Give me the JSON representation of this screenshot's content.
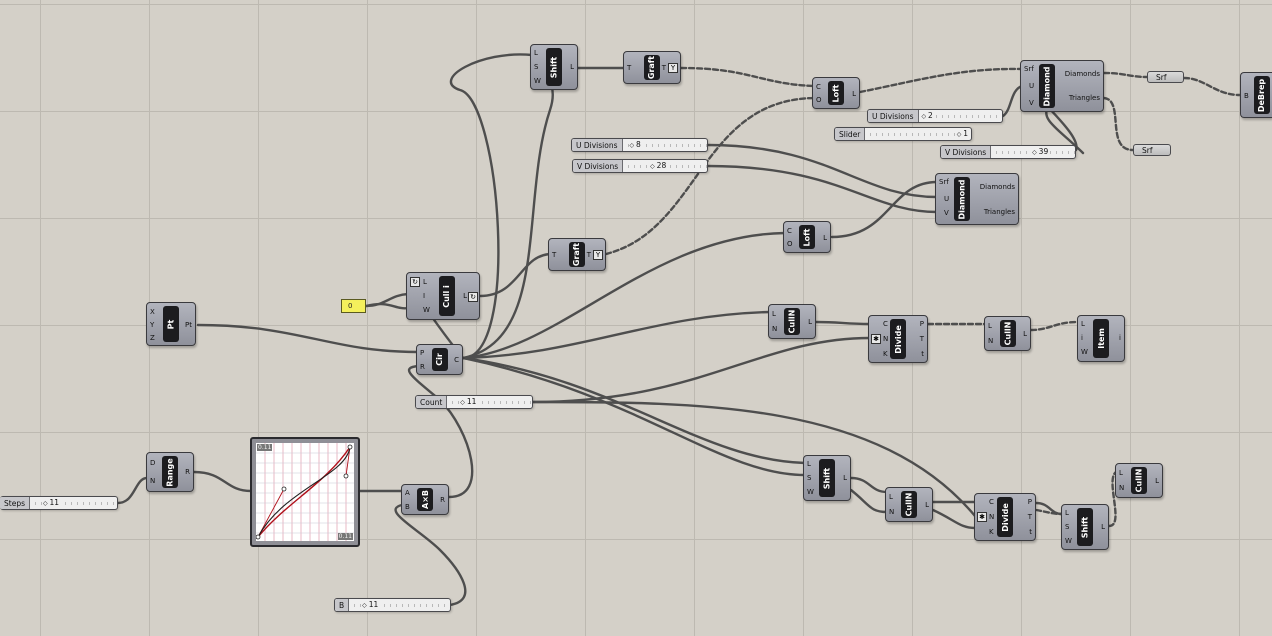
{
  "components": {
    "pt": {
      "title": "Pt",
      "inputs": [
        "X",
        "Y",
        "Z"
      ],
      "outputs": [
        "Pt"
      ]
    },
    "cir": {
      "title": "Cir",
      "inputs": [
        "P",
        "R"
      ],
      "outputs": [
        "C"
      ]
    },
    "cull_i": {
      "title": "Cull i",
      "inputs": [
        "L",
        "I",
        "W"
      ],
      "outputs": [
        "L"
      ]
    },
    "shift_top": {
      "title": "Shift",
      "inputs": [
        "L",
        "S",
        "W"
      ],
      "outputs": [
        "L"
      ]
    },
    "graft_top": {
      "title": "Graft",
      "inputs": [
        "T"
      ],
      "outputs": [
        "T"
      ]
    },
    "graft_mid": {
      "title": "Graft",
      "inputs": [
        "T"
      ],
      "outputs": [
        "T"
      ]
    },
    "loft_top": {
      "title": "Loft",
      "inputs": [
        "C",
        "O"
      ],
      "outputs": [
        "L"
      ]
    },
    "loft_mid": {
      "title": "Loft",
      "inputs": [
        "C",
        "O"
      ],
      "outputs": [
        "L"
      ]
    },
    "diamond_top": {
      "title": "Diamond",
      "inputs": [
        "Srf",
        "U",
        "V"
      ],
      "outputs": [
        "Diamonds",
        "Triangles"
      ]
    },
    "diamond_mid": {
      "title": "Diamond",
      "inputs": [
        "Srf",
        "U",
        "V"
      ],
      "outputs": [
        "Diamonds",
        "Triangles"
      ]
    },
    "debrep": {
      "title": "DeBrep",
      "inputs": [
        "B"
      ],
      "outputs": []
    },
    "cullN_1": {
      "title": "CullN",
      "inputs": [
        "L",
        "N"
      ],
      "outputs": [
        "L"
      ]
    },
    "divide_1": {
      "title": "Divide",
      "inputs": [
        "C",
        "N",
        "K"
      ],
      "outputs": [
        "P",
        "T",
        "t"
      ]
    },
    "cullN_2": {
      "title": "CullN",
      "inputs": [
        "L",
        "N"
      ],
      "outputs": [
        "L"
      ]
    },
    "item": {
      "title": "Item",
      "inputs": [
        "L",
        "i",
        "W"
      ],
      "outputs": [
        "i"
      ]
    },
    "range": {
      "title": "Range",
      "inputs": [
        "D",
        "N"
      ],
      "outputs": [
        "R"
      ]
    },
    "axb": {
      "title": "A×B",
      "inputs": [
        "A",
        "B"
      ],
      "outputs": [
        "R"
      ]
    },
    "shift_bot": {
      "title": "Shift",
      "inputs": [
        "L",
        "S",
        "W"
      ],
      "outputs": [
        "L"
      ]
    },
    "cullN_3": {
      "title": "CullN",
      "inputs": [
        "L",
        "N"
      ],
      "outputs": [
        "L"
      ]
    },
    "divide_2": {
      "title": "Divide",
      "inputs": [
        "C",
        "N",
        "K"
      ],
      "outputs": [
        "P",
        "T",
        "t"
      ]
    },
    "shift_br": {
      "title": "Shift",
      "inputs": [
        "L",
        "S",
        "W"
      ],
      "outputs": [
        "L"
      ]
    },
    "cullN_4": {
      "title": "CullN",
      "inputs": [
        "L",
        "N"
      ],
      "outputs": [
        "L"
      ]
    }
  },
  "sliders": {
    "u_div_top": {
      "label": "U Divisions",
      "value": "2"
    },
    "slider_1": {
      "label": "Slider",
      "value": "1"
    },
    "v_div_top": {
      "label": "V Divisions",
      "value": "39"
    },
    "u_div_mid": {
      "label": "U Divisions",
      "value": "8"
    },
    "v_div_mid": {
      "label": "V Divisions",
      "value": "28"
    },
    "count": {
      "label": "Count",
      "value": "11"
    },
    "steps": {
      "label": "Steps",
      "value": "11"
    },
    "b": {
      "label": "B",
      "value": "11"
    }
  },
  "params": {
    "srf_1": "Srf",
    "srf_2": "Srf"
  },
  "panel": {
    "value": "0"
  },
  "graph": {
    "corner_top": "0.11",
    "corner_bottom": "0.11"
  },
  "colors": {
    "canvas": "#d4d0c8",
    "component": "#9b9da6",
    "component_bar": "#1c1c1f",
    "wire": "#4e4e4e",
    "panel": "#f4f05c",
    "graph_curve_red": "#b0101a",
    "graph_curve_black": "#202020"
  }
}
